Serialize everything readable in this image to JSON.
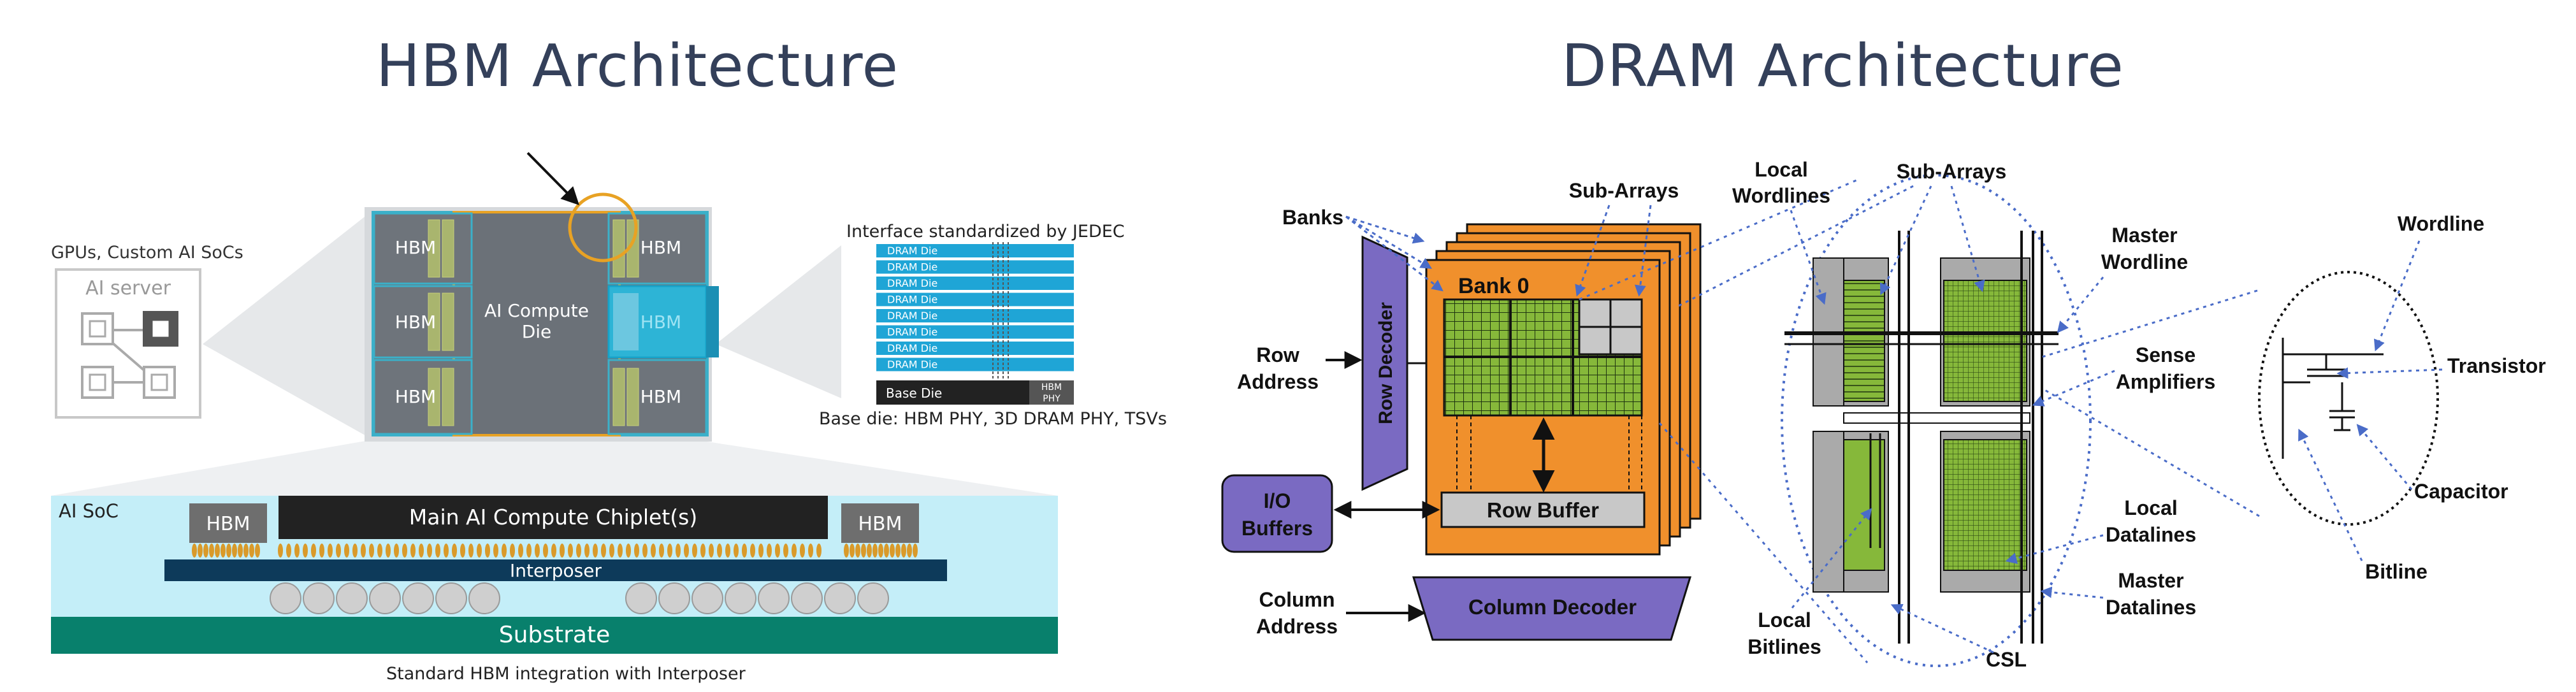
{
  "hbm": {
    "title": "HBM Architecture",
    "server_caption": "GPUs, Custom AI SoCs",
    "server_label": "AI server",
    "top_view": {
      "hbm_label": "HBM",
      "compute_label_line1": "AI Compute",
      "compute_label_line2": "Die"
    },
    "stack": {
      "caption": "Interface standardized by JEDEC",
      "dram_die_label": "DRAM Die",
      "dram_die_count": 8,
      "base_die_label": "Base Die",
      "phy_label_line1": "HBM",
      "phy_label_line2": "PHY",
      "footer": "Base die: HBM PHY, 3D DRAM PHY, TSVs"
    },
    "cross_section": {
      "soc_label": "AI SoC",
      "hbm_label": "HBM",
      "chiplet_label": "Main AI Compute Chiplet(s)",
      "interposer_label": "Interposer",
      "substrate_label": "Substrate",
      "caption": "Standard HBM integration with Interposer"
    }
  },
  "dram": {
    "title": "DRAM Architecture",
    "labels": {
      "banks": "Banks",
      "sub_arrays_1": "Sub-Arrays",
      "local_wordlines_1": "Local",
      "local_wordlines_2": "Wordlines",
      "sub_arrays_2": "Sub-Arrays",
      "master_wordline_1": "Master",
      "master_wordline_2": "Wordline",
      "wordline": "Wordline",
      "row_address_1": "Row",
      "row_address_2": "Address",
      "row_decoder": "Row Decoder",
      "bank0": "Bank 0",
      "row_buffer": "Row Buffer",
      "io_buffers_1": "I/O",
      "io_buffers_2": "Buffers",
      "column_address_1": "Column",
      "column_address_2": "Address",
      "column_decoder": "Column Decoder",
      "sense_amplifiers_1": "Sense",
      "sense_amplifiers_2": "Amplifiers",
      "transistor": "Transistor",
      "capacitor": "Capacitor",
      "local_datalines_1": "Local",
      "local_datalines_2": "Datalines",
      "master_datalines_1": "Master",
      "master_datalines_2": "Datalines",
      "local_bitlines_1": "Local",
      "local_bitlines_2": "Bitlines",
      "csl": "CSL",
      "bitline": "Bitline"
    }
  },
  "colors": {
    "title": "#34405a",
    "hbm_teal": "#3bb0c9",
    "die_gray": "#6b7178",
    "compute_orange": "#e8a224",
    "dram_die_blue": "#1fa5d6",
    "interposer_navy": "#0d3a5a",
    "substrate_green": "#08806c",
    "soc_bg": "#c4eef8",
    "bank_orange": "#f0902c",
    "cell_green": "#86b83a",
    "decoder_purple": "#7a6ac2",
    "arrow_blue": "#5470c0"
  }
}
